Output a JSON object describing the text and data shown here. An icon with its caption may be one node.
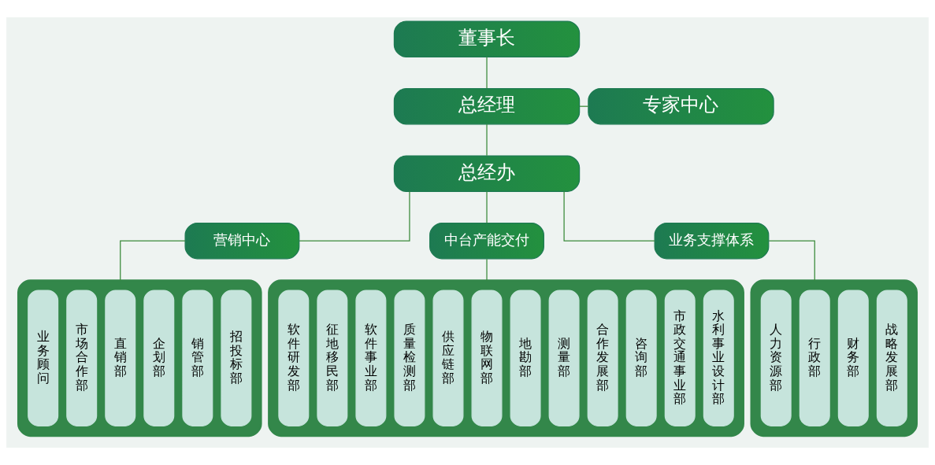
{
  "diagram": {
    "nodes": [
      {
        "text": [
          "董事长"
        ]
      },
      {
        "text": [
          "总经理"
        ]
      },
      {
        "text": [
          "专家中心"
        ]
      },
      {
        "text": [
          "总经办"
        ]
      },
      {
        "text": [
          "营销中心"
        ]
      },
      {
        "text": [],
        "shape": "box"
      },
      {
        "text": [
          "招投标部"
        ],
        "in": 5
      },
      {
        "text": [
          "销管部"
        ],
        "in": 5
      },
      {
        "text": [
          "企划部"
        ],
        "in": 5
      },
      {
        "text": [
          "直销部"
        ],
        "in": 5
      },
      {
        "text": [
          "市场合作部"
        ],
        "in": 5
      },
      {
        "text": [
          "业务顾问"
        ],
        "in": 5
      },
      {
        "text": [
          "中台产能交付"
        ]
      },
      {
        "text": [],
        "shape": "box"
      },
      {
        "text": [
          "水利事业设计部"
        ],
        "in": 13
      },
      {
        "text": [
          "市政交通事业部"
        ],
        "in": 13
      },
      {
        "text": [
          "咨询部"
        ],
        "in": 13
      },
      {
        "text": [
          "合作发展部"
        ],
        "in": 13
      },
      {
        "text": [
          "测量部"
        ],
        "in": 13
      },
      {
        "text": [
          "地勘部"
        ],
        "in": 13
      },
      {
        "text": [
          "物联网部"
        ],
        "in": 13
      },
      {
        "text": [
          "供应链部"
        ],
        "in": 13
      },
      {
        "text": [
          "质量检测部"
        ],
        "in": 13
      },
      {
        "text": [
          "软件事业部"
        ],
        "in": 13
      },
      {
        "text": [
          "征地移民部"
        ],
        "in": 13
      },
      {
        "text": [
          "软件研发部"
        ],
        "in": 13
      },
      {
        "text": [
          "业务支撑体系"
        ]
      },
      {
        "text": [],
        "shape": "box"
      },
      {
        "text": [
          "战略发展部"
        ],
        "in": 27
      },
      {
        "text": [
          "财务部"
        ],
        "in": 27
      },
      {
        "text": [
          "行政部"
        ],
        "in": 27
      },
      {
        "text": [
          "人力资源部"
        ],
        "in": 27
      }
    ],
    "edges": [
      {
        "from": 0,
        "to": 1,
        "arrow": "none"
      },
      {
        "from": 1,
        "to": 2,
        "arrow": "none"
      },
      {
        "from": 1,
        "to": 3,
        "arrow": "none"
      },
      {
        "from": 3,
        "to": 4,
        "arrow": "none"
      },
      {
        "from": 3,
        "to": 12,
        "arrow": "none"
      },
      {
        "from": 3,
        "to": 26,
        "arrow": "none"
      },
      {
        "from": 4,
        "to": 5,
        "arrow": "none"
      },
      {
        "from": 12,
        "to": 13,
        "arrow": "none"
      },
      {
        "from": 26,
        "to": 27,
        "arrow": "none"
      }
    ]
  }
}
